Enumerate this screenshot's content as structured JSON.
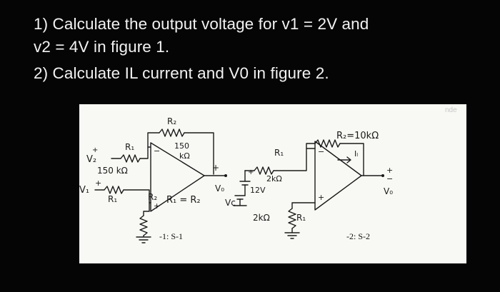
{
  "questions": [
    {
      "line1": "1) Calculate the output voltage for v1 = 2V and",
      "line2": "v2 = 4V in figure 1."
    },
    {
      "line1": "2) Calculate IL current and V0 in figure 2."
    }
  ],
  "figure1": {
    "caption": "-1: S-1",
    "labels": {
      "v2": "V₂",
      "v1": "V₁",
      "r1_top": "R₁",
      "r1_value": "150 kΩ",
      "r1_bottom": "R₁",
      "r2_top": "R₂",
      "r2_value_a": "150",
      "r2_value_b": "kΩ",
      "r2_bottom": "R₂",
      "ratio": "R₁ = R₂",
      "vo": "V₀",
      "plus": "+",
      "minus": "−"
    }
  },
  "figure2": {
    "caption": "-2: S-2",
    "labels": {
      "r2": "R₂=10kΩ",
      "il": "Iₗ",
      "r1_top": "R₁",
      "r1_top_value": "2kΩ",
      "source": "12V",
      "vc": "Vc",
      "r1_bottom_value": "2kΩ",
      "r1_bottom": "R₁",
      "vo": "V₀",
      "plus": "+",
      "minus": "−"
    }
  },
  "scan_artifacts": {
    "corner": "nde"
  }
}
